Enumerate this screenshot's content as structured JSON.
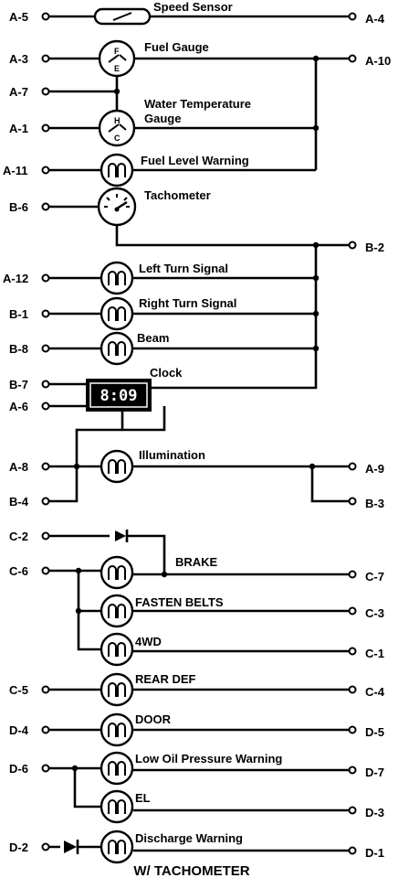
{
  "left_pins": [
    "A-5",
    "A-3",
    "A-7",
    "A-1",
    "A-11",
    "B-6",
    "A-12",
    "B-1",
    "B-8",
    "B-7",
    "A-6",
    "A-8",
    "B-4",
    "C-2",
    "C-6",
    "C-5",
    "D-4",
    "D-6",
    "D-2"
  ],
  "right_pins": [
    "A-4",
    "A-10",
    "B-2",
    "A-9",
    "B-3",
    "C-7",
    "C-3",
    "C-1",
    "C-4",
    "D-5",
    "D-7",
    "D-3",
    "D-1"
  ],
  "components": {
    "speed_sensor": "Speed Sensor",
    "fuel_gauge": "Fuel Gauge",
    "water_temp": "Water Temperature",
    "water_temp_gauge": "Gauge",
    "fuel_level_warning": "Fuel Level Warning",
    "tachometer": "Tachometer",
    "left_turn_signal": "Left Turn Signal",
    "right_turn_signal": "Right Turn Signal",
    "beam": "Beam",
    "clock": "Clock",
    "illumination": "Illumination",
    "brake": "BRAKE",
    "fasten_belts": "FASTEN BELTS",
    "fourwd": "4WD",
    "rear_def": "REAR DEF",
    "door": "DOOR",
    "low_oil": "Low Oil Pressure Warning",
    "el": "EL",
    "discharge": "Discharge Warning"
  },
  "gauge_letters": {
    "full": "F",
    "empty": "E",
    "hot": "H",
    "cold": "C"
  },
  "clock_display": "8:09",
  "footer": "W/ TACHOMETER"
}
